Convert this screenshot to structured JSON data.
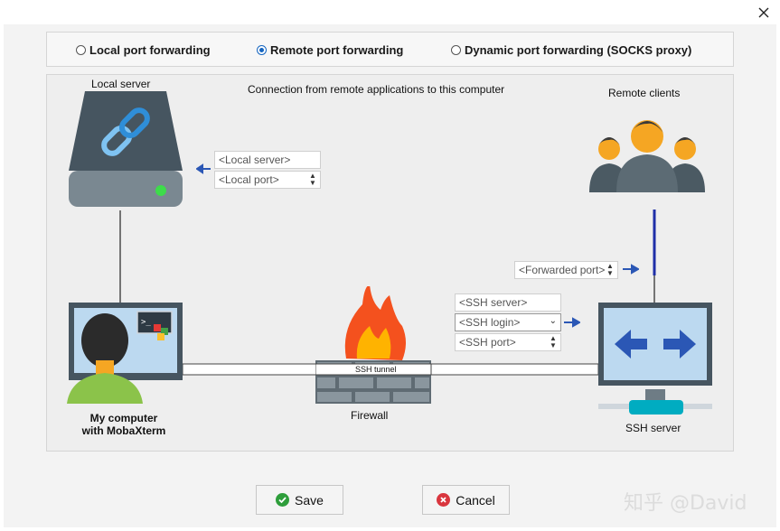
{
  "radios": [
    {
      "label": "Local port forwarding",
      "selected": false
    },
    {
      "label": "Remote port forwarding",
      "selected": true
    },
    {
      "label": "Dynamic port forwarding (SOCKS proxy)",
      "selected": false
    }
  ],
  "diagram": {
    "caption": "Connection from remote applications to this computer",
    "local_server_label": "Local server",
    "remote_clients_label": "Remote clients",
    "my_computer_label_1": "My computer",
    "my_computer_label_2": "with MobaXterm",
    "firewall_label": "Firewall",
    "ssh_server_label": "SSH server",
    "ssh_tunnel_label": "SSH tunnel",
    "fields": {
      "local_server_placeholder": "<Local server>",
      "local_port_placeholder": "<Local port>",
      "forwarded_port_placeholder": "<Forwarded port>",
      "ssh_server_placeholder": "<SSH server>",
      "ssh_login_placeholder": "<SSH login>",
      "ssh_port_placeholder": "<SSH port>"
    }
  },
  "buttons": {
    "save_label": "Save",
    "cancel_label": "Cancel"
  },
  "watermark": "知乎 @David",
  "colors": {
    "accent": "#1565c0",
    "arrow": "#2b57b5",
    "save_icon": "#2e9e3b",
    "cancel_icon": "#d9363e"
  }
}
